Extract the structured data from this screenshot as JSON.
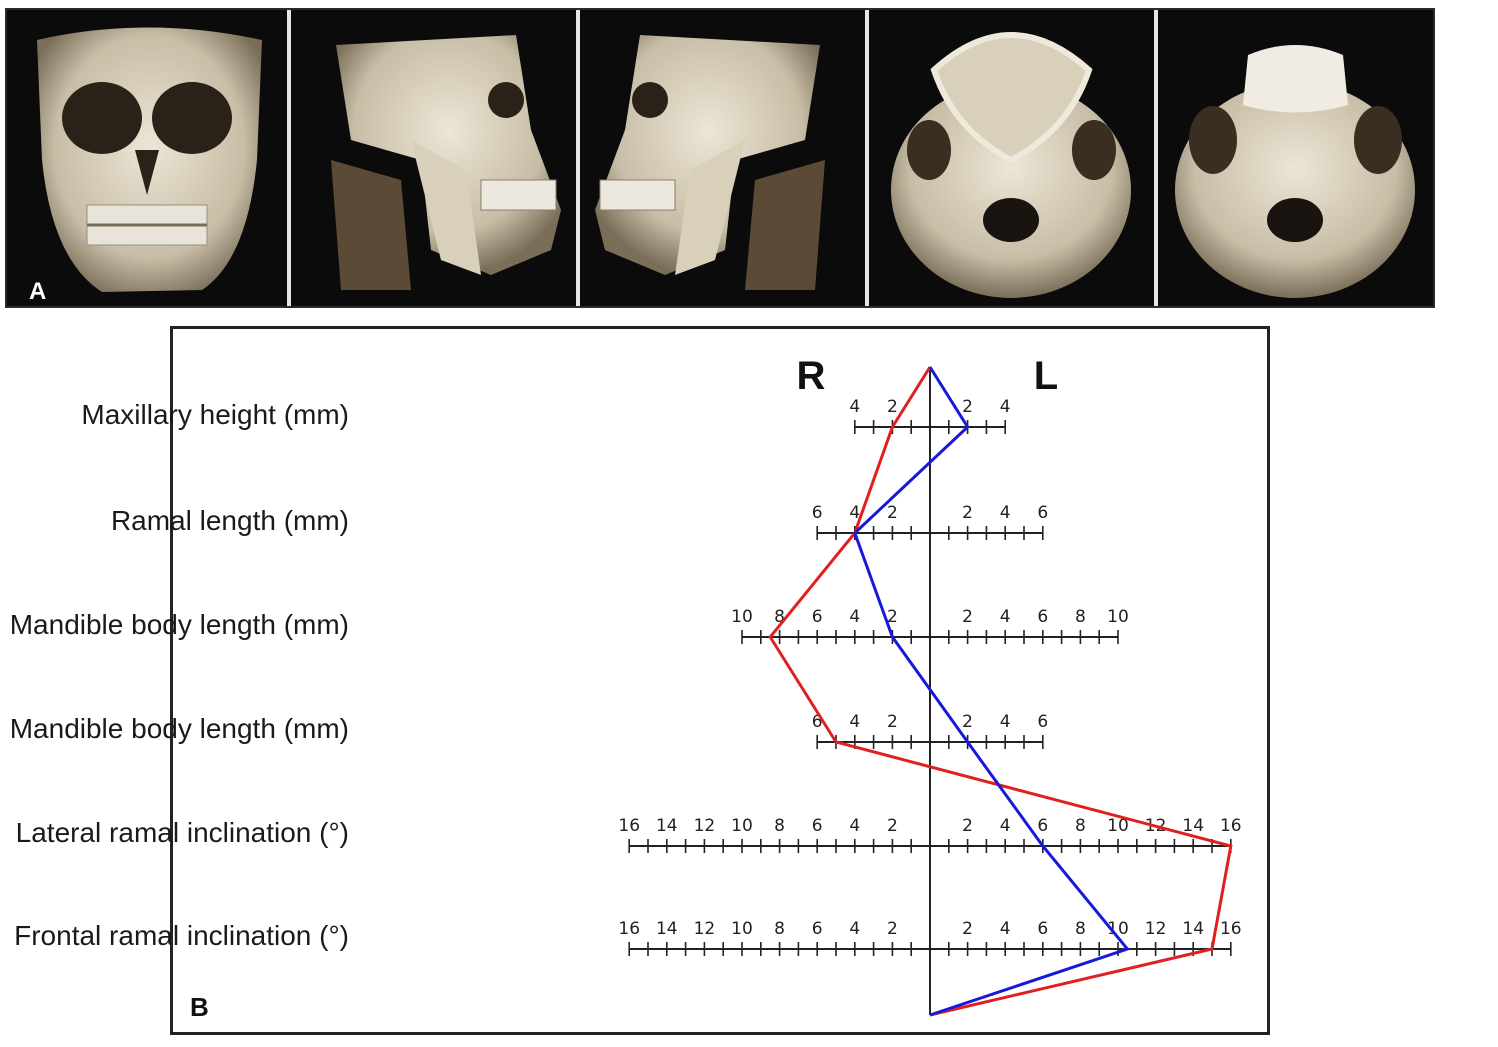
{
  "panel_a": {
    "label": "A",
    "views": [
      "frontal-skull-view",
      "right-lateral-skull-view",
      "left-lateral-skull-view",
      "inferior-skull-view",
      "superior-skull-view"
    ]
  },
  "panel_b": {
    "label": "B",
    "side_right": "R",
    "side_left": "L"
  },
  "colors": {
    "series_red": "#e02020",
    "series_blue": "#1818d8",
    "axis": "#222222"
  },
  "chart_data": {
    "type": "line",
    "title": "",
    "rows": [
      {
        "label": "Maxillary height (mm)",
        "max": 4,
        "labels": [
          4,
          2
        ]
      },
      {
        "label": "Ramal length (mm)",
        "max": 6,
        "labels": [
          6,
          4,
          2
        ]
      },
      {
        "label": "Mandible body length (mm)",
        "max": 10,
        "labels": [
          10,
          8,
          6,
          4,
          2
        ]
      },
      {
        "label": "Mandible body length (mm)",
        "max": 6,
        "labels": [
          6,
          4,
          2
        ]
      },
      {
        "label": "Lateral ramal inclination (°)",
        "max": 16,
        "labels": [
          16,
          14,
          12,
          10,
          8,
          6,
          4,
          2
        ]
      },
      {
        "label": "Frontal ramal inclination (°)",
        "max": 16,
        "labels": [
          16,
          14,
          12,
          10,
          8,
          6,
          4,
          2
        ]
      }
    ],
    "note_sign": "negative = R side, positive = L side",
    "series": [
      {
        "color": "red",
        "values": [
          -2,
          -4,
          -8.5,
          -5,
          16,
          15
        ]
      },
      {
        "color": "blue",
        "values": [
          2,
          -4,
          -2,
          2,
          6,
          10.5
        ]
      }
    ],
    "grid": false,
    "legend": "none"
  }
}
